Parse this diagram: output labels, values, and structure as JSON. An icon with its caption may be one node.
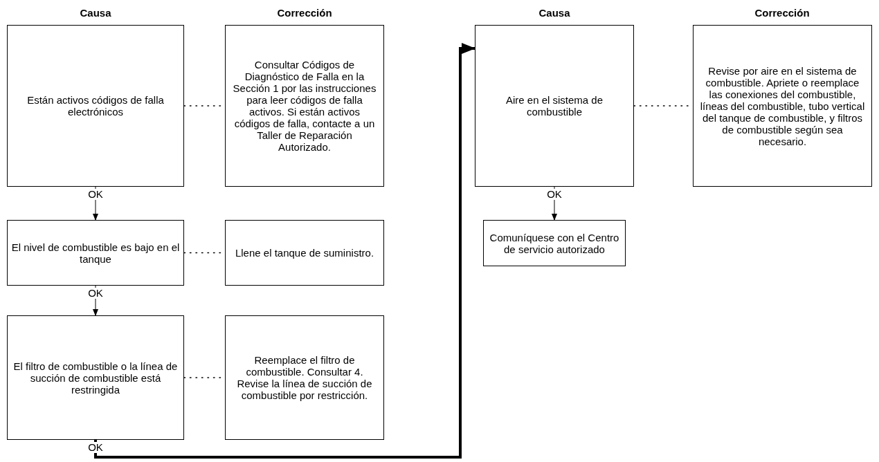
{
  "diagram": {
    "nodes": [
      {
        "text": [
          "Están activos códigos de falla electrónicos"
        ]
      },
      {
        "text": [
          "Consultar Códigos de Diagnóstico de Falla en la Sección 1 por las instrucciones para leer códigos de falla activos. Si están activos códigos de falla, contacte a un Taller de Reparación Autorizado."
        ]
      },
      {
        "text": [
          "El nivel de combustible es bajo en el tanque"
        ]
      },
      {
        "text": [
          "Llene el tanque de suministro."
        ]
      },
      {
        "text": [
          "El filtro de combustible o la línea de succión de combustible está restringida"
        ]
      },
      {
        "text": [
          "Reemplace el filtro de combustible. Consultar 4. Revise la línea de succión de combustible por restricción."
        ]
      },
      {
        "text": [
          "Aire en el sistema de combustible"
        ]
      },
      {
        "text": [
          "Revise por aire en el sistema de combustible. Apriete o reemplace las conexiones del combustible, líneas del combustible, tubo vertical del tanque de combustible, y filtros de combustible según sea necesario."
        ]
      },
      {
        "text": [
          "Comuníquese con el Centro de servicio autorizado"
        ]
      }
    ],
    "edges": [
      {
        "from": 0,
        "to": 1,
        "arrow": "none",
        "style": "dashed"
      },
      {
        "from": 2,
        "to": 3,
        "arrow": "none",
        "style": "dashed"
      },
      {
        "from": 4,
        "to": 5,
        "arrow": "none",
        "style": "dashed"
      },
      {
        "from": 6,
        "to": 7,
        "arrow": "none",
        "style": "dashed"
      },
      {
        "from": 0,
        "to": 2,
        "arrow": "to",
        "label": "OK"
      },
      {
        "from": 2,
        "to": 4,
        "arrow": "to",
        "label": "OK"
      },
      {
        "from": 4,
        "to": 6,
        "arrow": "to",
        "label": "OK",
        "style": "thick"
      },
      {
        "from": 6,
        "to": 8,
        "arrow": "to",
        "label": "OK"
      }
    ],
    "labels": [
      "Causa",
      "Corrección",
      "Causa",
      "Corrección"
    ]
  }
}
